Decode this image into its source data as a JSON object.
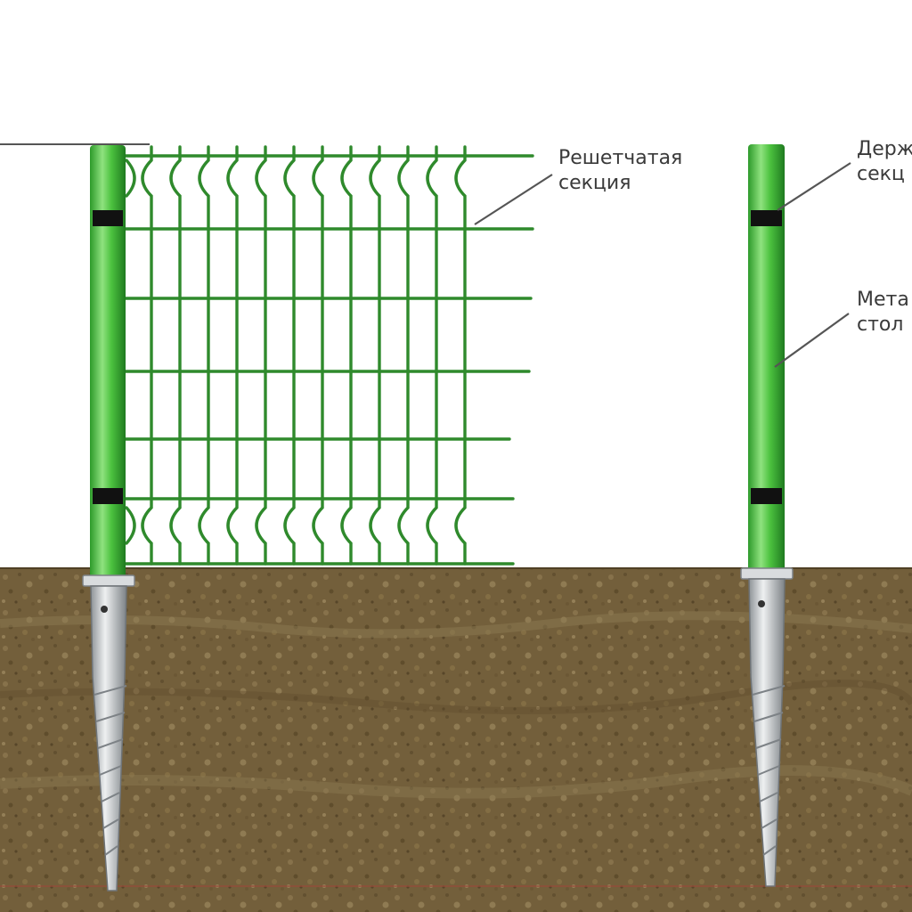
{
  "labels": {
    "grid_section": {
      "line1": "Решетчатая",
      "line2": "секция"
    },
    "holder": {
      "line1": "Держ",
      "line2": "секц"
    },
    "metal_post": {
      "line1": "Мета",
      "line2": "стол"
    }
  },
  "colors": {
    "mesh_green": "#2f8a2c",
    "post_green": "#4cc23f",
    "post_highlight": "#8fe27f",
    "clamp_black": "#111111",
    "soil_brown": "#6e5a38",
    "soil_light": "#a99468",
    "screw_pile_gray": "#c9cdd0",
    "text_gray": "#3a3a3a"
  },
  "icons": {
    "post": "green-fence-post",
    "clamp": "black-holder-clamp",
    "pile": "screw-pile",
    "mesh": "3d-welded-mesh-panel"
  }
}
